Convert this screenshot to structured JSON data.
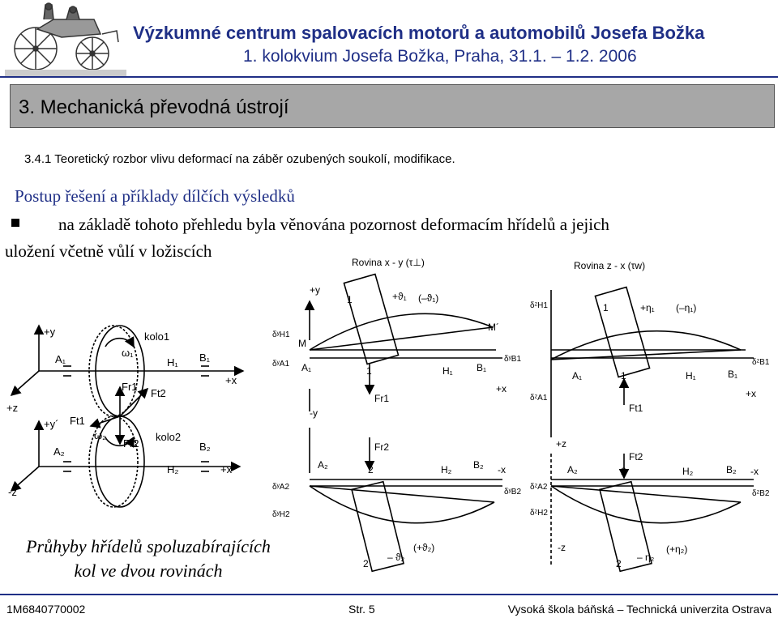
{
  "header": {
    "institution": "Výzkumné centrum spalovacích motorů a automobilů Josefa Božka",
    "conference": "1. kolokvium Josefa Božka, Praha, 31.1. – 1.2. 2006"
  },
  "chapter_title": "3. Mechanická převodná ústrojí",
  "section": "3.4.1 Teoretický rozbor vlivu deformací na záběr ozubených soukolí, modifikace.",
  "heading": "Postup řešení a příklady dílčích výsledků",
  "bullet": {
    "line1": "na základě tohoto přehledu byla věnována pozornost deformacím hřídelů a jejich",
    "line2": "uložení včetně vůlí v ložiscích"
  },
  "figure": {
    "plane_xy": "Rovina x - y (τ⊥)",
    "plane_zx": "Rovina z - x (τw)",
    "gear1": "kolo1",
    "gear2": "kolo2",
    "left_labels": {
      "plus_y": "+y",
      "plus_y_prime": "+y´",
      "plus_z": "+z",
      "minus_z_prime": "-z´",
      "plus_x": "+x",
      "plus_x_prime": "+x´",
      "A1": "A₁",
      "B1": "B₁",
      "H1": "H₁",
      "A2": "A₂",
      "B2": "B₂",
      "H2": "H₂",
      "omega1": "ω₁",
      "omega2": "ω₂",
      "Fr1": "Fr1",
      "Ft2": "Ft2",
      "Ft1": "Ft1",
      "Fr2": "Fr2"
    },
    "mid_labels": {
      "plus_y": "+y",
      "minus_y": "-y",
      "M": "M",
      "M_prime": "M´",
      "A1": "A₁",
      "H1": "H₁",
      "B1": "B₁",
      "A2": "A₂",
      "H2": "H₂",
      "B2": "B₂",
      "plus_x": "+x",
      "minus_x": "-x",
      "Fr1": "Fr1",
      "Fr2": "Fr2",
      "one": "1",
      "two": "2",
      "theta1_plus": "+ϑ₁",
      "theta1_minus": "(–ϑ₁)",
      "theta2_minus": "– ϑ₂",
      "theta2_plus": "(+ϑ₂)",
      "dH1": "δʸH1",
      "dA1": "δʸA1",
      "dB1": "δʸB1",
      "dA2": "δʸA2",
      "dH2": "δʸH2",
      "dB2": "δʸB2"
    },
    "right_labels": {
      "plus_z": "+z",
      "minus_z": "-z",
      "A1": "A₁",
      "H1": "H₁",
      "B1": "B₁",
      "A2": "A₂",
      "H2": "H₂",
      "B2": "B₂",
      "plus_x": "+x",
      "minus_x": "-x",
      "Ft1": "Ft1",
      "Ft2": "Ft2",
      "one": "1",
      "two": "2",
      "eta1_plus": "+η₁",
      "eta1_minus": "(–η₁)",
      "eta2_minus": "– η₂",
      "eta2_plus": "(+η₂)",
      "dH1": "δᶻH1",
      "dA1": "δᶻA1",
      "dB1": "δᶻB1",
      "dA2": "δᶻA2",
      "dH2": "δᶻH2",
      "dB2": "δᶻB2"
    }
  },
  "caption": {
    "line1": "Průhyby hřídelů spoluzabírajících",
    "line2": "kol ve dvou rovinách"
  },
  "footer": {
    "left": "1M6840770002",
    "center": "Str. 5",
    "right": "Vysoká škola báňská – Technická univerzita Ostrava"
  }
}
